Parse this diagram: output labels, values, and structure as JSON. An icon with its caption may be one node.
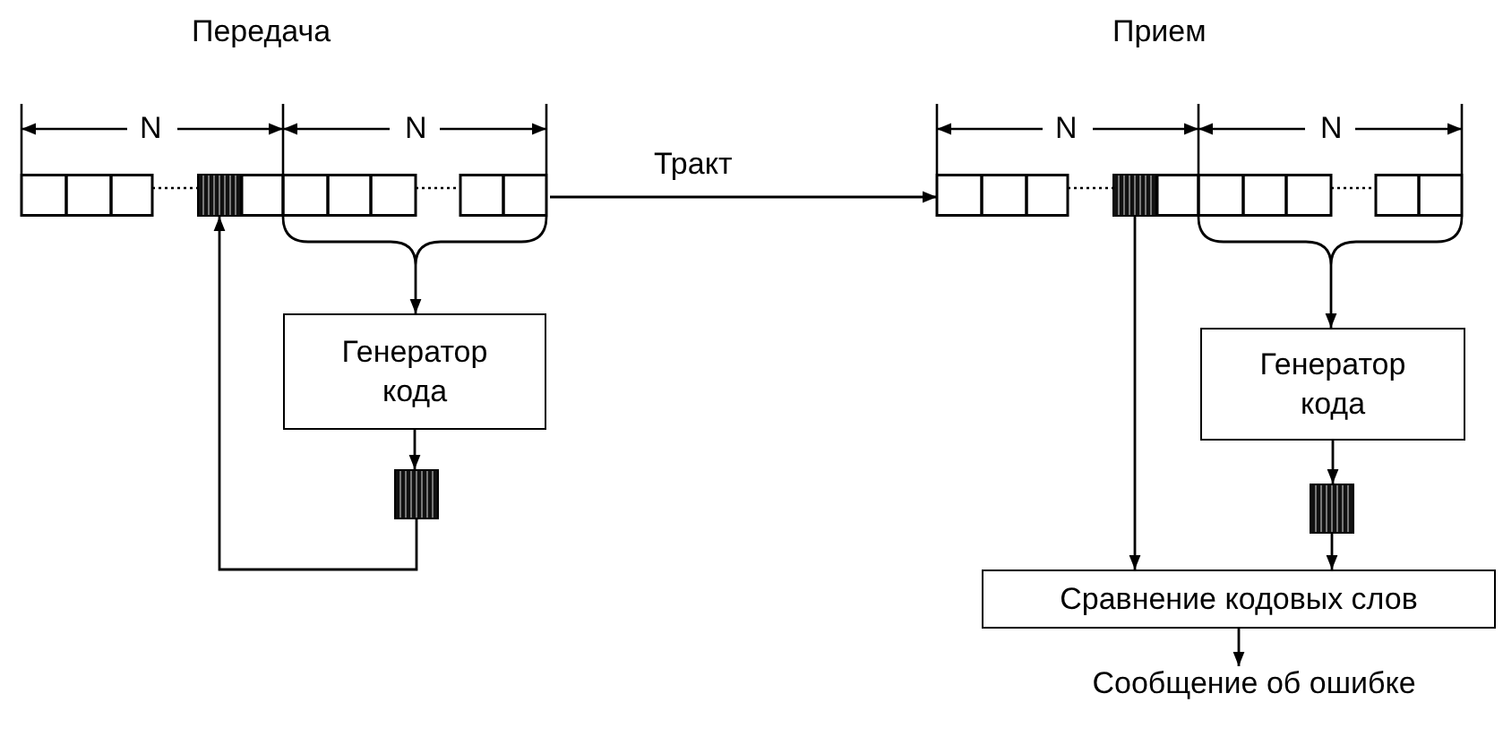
{
  "diagram": {
    "nodes": [
      {
        "text": [],
        "shape": "bar"
      },
      {
        "text": [],
        "shape": "box",
        "in": 0
      },
      {
        "text": [
          "Генератор кода"
        ]
      },
      {
        "text": [],
        "shape": "box"
      },
      {
        "text": [],
        "shape": "bar"
      },
      {
        "text": [],
        "shape": "box",
        "in": 4
      },
      {
        "text": [
          "Генератор кода"
        ]
      },
      {
        "text": [],
        "shape": "box"
      },
      {
        "text": [
          "Сравнение кодовых слов"
        ]
      },
      {
        "text": [
          "Сообщение об ошибке"
        ]
      }
    ],
    "edges": [
      {
        "from": 0,
        "to": 2,
        "arrow": "to"
      },
      {
        "from": 2,
        "to": 3,
        "arrow": "to"
      },
      {
        "from": 3,
        "to": 1,
        "arrow": "to"
      },
      {
        "from": 0,
        "to": 4,
        "arrow": "to",
        "label": "Тракт"
      },
      {
        "from": 4,
        "to": 6,
        "arrow": "to"
      },
      {
        "from": 6,
        "to": 7,
        "arrow": "to"
      },
      {
        "from": 5,
        "to": 8,
        "arrow": "to"
      },
      {
        "from": 7,
        "to": 8,
        "arrow": "to"
      },
      {
        "from": 8,
        "to": 9,
        "arrow": "to"
      }
    ],
    "labels": [
      "Передача",
      "Прием",
      "N",
      "N",
      "N",
      "N"
    ]
  }
}
